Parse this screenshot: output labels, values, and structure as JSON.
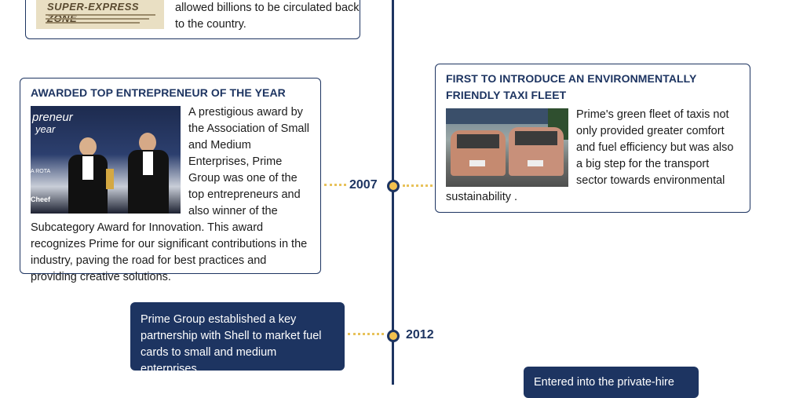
{
  "timeline": {
    "years": [
      "2007",
      "2012"
    ]
  },
  "cards": {
    "top_partial": {
      "text_lines": [
        "allowed billions to be circulated back",
        "to the country."
      ],
      "photo_caption": "SUPER-EXPRESS ZONE"
    },
    "entrepreneur": {
      "title": "AWARDED TOP ENTREPRENEUR OF THE YEAR",
      "text": "A prestigious award by the Association of Small and Medium Enterprises, Prime Group was one of the top entrepreneurs and also winner of the Subcategory Award for Innovation. This award recognizes Prime for our significant contributions in the industry, paving the road for best practices and providing creative solutions.",
      "photo_text": [
        "preneur",
        "year",
        "A ROTA",
        "Cheef"
      ]
    },
    "taxi": {
      "title": "FIRST TO INTRODUCE AN ENVIRONMENTALLY FRIENDLY TAXI FLEET",
      "text": "Prime's green fleet of taxis not only provided greater comfort and fuel efficiency but was also a big step for the transport sector towards environmental sustainability ."
    },
    "shell": {
      "text": "Prime Group established a key partnership with Shell to market fuel cards to small and medium enterprises."
    },
    "private_hire": {
      "text": "Entered into the private-hire"
    }
  },
  "colors": {
    "navy": "#1d3461",
    "gold": "#f2c14e",
    "dotted": "#e8c25a"
  }
}
